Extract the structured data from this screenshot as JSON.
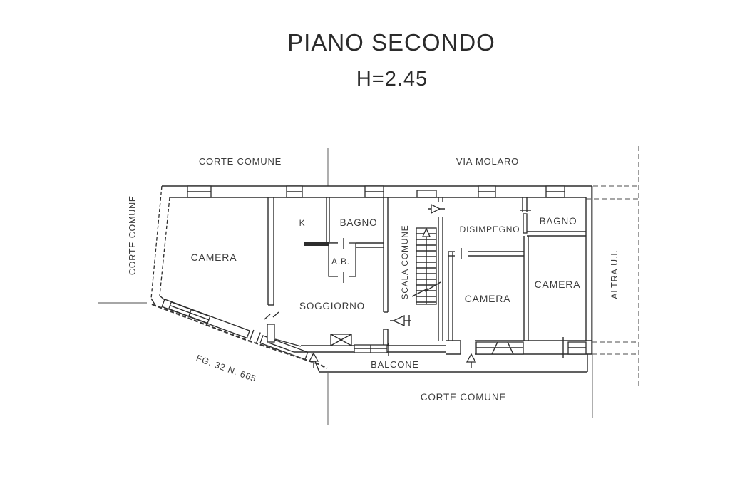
{
  "title": "PIANO SECONDO",
  "subtitle": "H=2.45",
  "labels": {
    "corte_comune_top": "CORTE COMUNE",
    "via_molaro": "VIA MOLARO",
    "corte_comune_left": "CORTE COMUNE",
    "corte_comune_bottom": "CORTE COMUNE",
    "altra_ui": "ALTRA U.I.",
    "balcone": "BALCONE",
    "scala_comune": "SCALA COMUNE",
    "fg_ref": "FG. 32 N. 665"
  },
  "rooms": {
    "camera_left": "CAMERA",
    "kitchen": "K",
    "bagno_left": "BAGNO",
    "antibagno": "A.B.",
    "soggiorno": "SOGGIORNO",
    "disimpegno": "DISIMPEGNO",
    "bagno_right": "BAGNO",
    "camera_center": "CAMERA",
    "camera_right": "CAMERA"
  }
}
